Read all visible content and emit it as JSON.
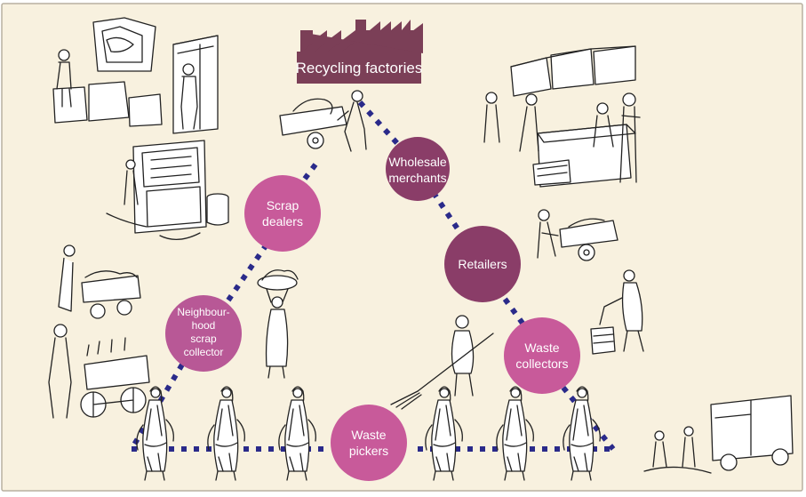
{
  "colors": {
    "background": "#f8f1df",
    "frame": "#b8b0a0",
    "chain_dots": "#2a2a8a",
    "factory": "#7b3f57",
    "node_light": "#c85a9a",
    "node_medium": "#b85896",
    "node_dark": "#8a3d68",
    "label_text": "#ffffff"
  },
  "factory": {
    "label": "Recycling factories"
  },
  "nodes": [
    {
      "id": "wholesale",
      "lines": [
        "Wholesale",
        "merchants"
      ],
      "shade": "node_dark"
    },
    {
      "id": "scrap-dealers",
      "lines": [
        "Scrap",
        "dealers"
      ],
      "shade": "node_light"
    },
    {
      "id": "retailers",
      "lines": [
        "Retailers"
      ],
      "shade": "node_dark"
    },
    {
      "id": "neighbourhood",
      "lines": [
        "Neighbour-",
        "hood",
        "scrap",
        "collector"
      ],
      "shade": "node_medium"
    },
    {
      "id": "waste-collectors",
      "lines": [
        "Waste",
        "collectors"
      ],
      "shade": "node_light"
    },
    {
      "id": "waste-pickers",
      "lines": [
        "Waste",
        "pickers"
      ],
      "shade": "node_light"
    }
  ],
  "illustrations": [
    {
      "id": "shop-stall-scene",
      "icon": "market-stall-illustration"
    },
    {
      "id": "handcart-porter",
      "icon": "handcart-illustration"
    },
    {
      "id": "scrap-shop",
      "icon": "scrap-shop-illustration"
    },
    {
      "id": "warehouse-scene",
      "icon": "warehouse-illustration"
    },
    {
      "id": "cart-pusher-right",
      "icon": "handcart-illustration"
    },
    {
      "id": "vendor-cart-left",
      "icon": "vendor-cart-illustration"
    },
    {
      "id": "bicycle-cart-left",
      "icon": "tricycle-cart-illustration"
    },
    {
      "id": "basket-carrier",
      "icon": "basket-carrier-illustration"
    },
    {
      "id": "sweeper",
      "icon": "street-sweeper-illustration"
    },
    {
      "id": "collector-right",
      "icon": "waste-collector-illustration"
    },
    {
      "id": "garbage-truck-scene",
      "icon": "garbage-truck-illustration"
    },
    {
      "id": "picker-women-row",
      "icon": "waste-picker-women-illustration"
    }
  ]
}
